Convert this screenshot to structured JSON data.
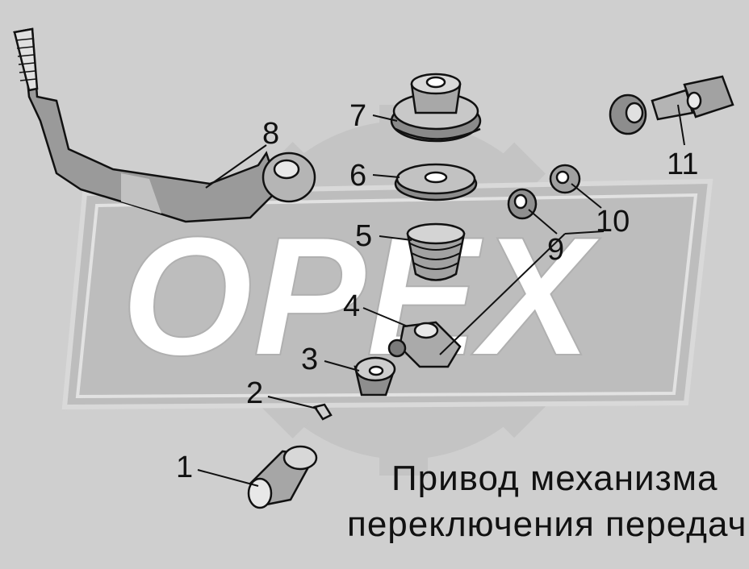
{
  "diagram": {
    "caption_line1": "Привод механизма",
    "caption_line2": "переключения передач",
    "watermark": "OPEX",
    "callouts": {
      "c1": "1",
      "c2": "2",
      "c3": "3",
      "c4": "4",
      "c5": "5",
      "c6": "6",
      "c7": "7",
      "c8": "8",
      "c9": "9",
      "c10": "10",
      "c11": "11"
    }
  },
  "colors": {
    "background": "#cfcfcf",
    "watermark_fill": "#ffffff",
    "line": "#111111"
  }
}
